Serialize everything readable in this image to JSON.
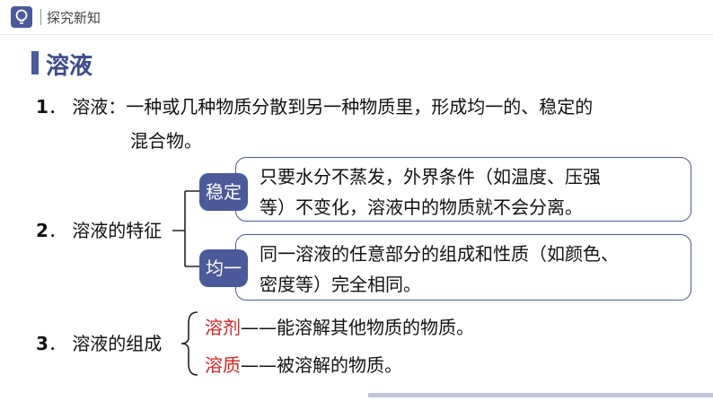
{
  "header": {
    "section": "探究新知",
    "icon": "lightbulb-icon"
  },
  "title": "溶液",
  "item1": {
    "number": "1",
    "label": "溶液：",
    "line1": "一种或几种物质分散到另一种物质里，形成均一的、稳定的",
    "line2": "混合物。"
  },
  "item2": {
    "number": "2",
    "label": "溶液的特征",
    "features": [
      {
        "tag": "稳定",
        "line1": "只要水分不蒸发，外界条件（如温度、压强",
        "line2": "等）不变化，溶液中的物质就不会分离。"
      },
      {
        "tag": "均一",
        "line1": "同一溶液的任意部分的组成和性质（如颜色、",
        "line2": "密度等）完全相同。"
      }
    ]
  },
  "item3": {
    "number": "3",
    "label": "溶液的组成",
    "parts": [
      {
        "term": "溶剂",
        "dash": "——",
        "desc": "能溶解其他物质的物质。"
      },
      {
        "term": "溶质",
        "dash": "——",
        "desc": "被溶解的物质。"
      }
    ]
  },
  "colors": {
    "accent": "#4a5a9a",
    "highlight": "#d62020"
  }
}
